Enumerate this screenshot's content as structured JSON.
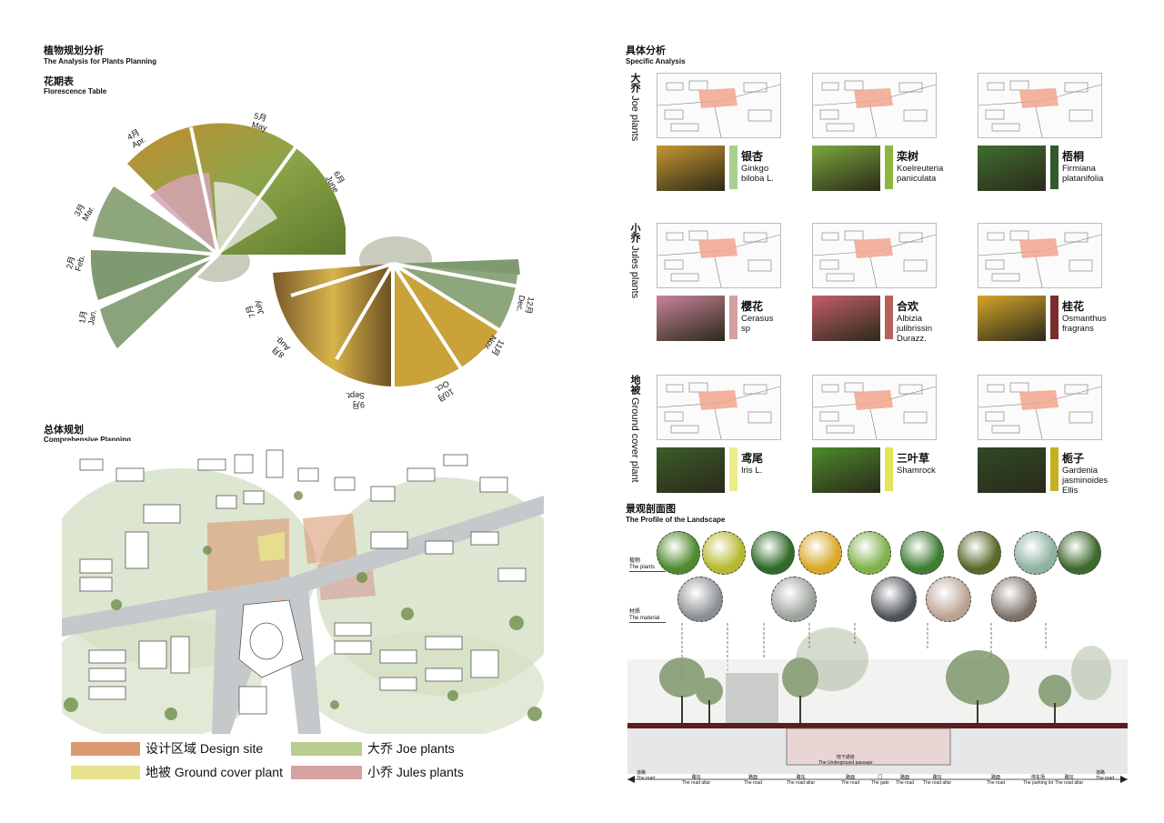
{
  "left": {
    "plants_title_cn": "植物规划分析",
    "plants_title_en": "The Analysis for Plants Planning",
    "flower_title_cn": "花期表",
    "flower_title_en": "Florescence Table",
    "comp_title_cn": "总体规划",
    "comp_title_en": "Comprehensive Planning",
    "months": [
      {
        "cn": "1月",
        "en": "Jan."
      },
      {
        "cn": "2月",
        "en": "Feb."
      },
      {
        "cn": "3月",
        "en": "Mar."
      },
      {
        "cn": "4月",
        "en": "Apr."
      },
      {
        "cn": "5月",
        "en": "May"
      },
      {
        "cn": "6月",
        "en": "June"
      },
      {
        "cn": "7月",
        "en": "July"
      },
      {
        "cn": "8月",
        "en": "Aug."
      },
      {
        "cn": "9月",
        "en": "Sept."
      },
      {
        "cn": "10月",
        "en": "Oct."
      },
      {
        "cn": "11月",
        "en": "Nov."
      },
      {
        "cn": "12月",
        "en": "Dec."
      }
    ],
    "legend": [
      {
        "label": "设计区域 Design site",
        "color": "#d99a72"
      },
      {
        "label": "大乔 Joe plants",
        "color": "#b7cc8e"
      },
      {
        "label": "地被 Ground cover plant",
        "color": "#e6e28e"
      },
      {
        "label": "小乔 Jules plants",
        "color": "#d5a3a0"
      }
    ]
  },
  "right": {
    "specific_cn": "具体分析",
    "specific_en": "Specific Analysis",
    "groups": [
      {
        "cn": "大乔",
        "en": "Joe plants"
      },
      {
        "cn": "小乔",
        "en": "Jules plants"
      },
      {
        "cn": "地被",
        "en": "Ground cover plant"
      }
    ],
    "plants": [
      {
        "cn": "银杏",
        "en1": "Ginkgo",
        "en2": "biloba L.",
        "en3": "",
        "color": "#a9d08e",
        "photo": "#c8962e"
      },
      {
        "cn": "栾树",
        "en1": "Koelreuteria",
        "en2": "paniculata",
        "en3": "",
        "color": "#8db63c",
        "photo": "#7aa83b"
      },
      {
        "cn": "梧桐",
        "en1": "Firmiana",
        "en2": "platanifolia",
        "en3": "",
        "color": "#2f5a2a",
        "photo": "#3f6e2f"
      },
      {
        "cn": "樱花",
        "en1": "Cerasus",
        "en2": "sp",
        "en3": "",
        "color": "#d4a1a1",
        "photo": "#c8849a"
      },
      {
        "cn": "合欢",
        "en1": "Albizia",
        "en2": "julibrissin",
        "en3": "Durazz.",
        "color": "#b7605c",
        "photo": "#c55e6a"
      },
      {
        "cn": "桂花",
        "en1": "Osmanthus",
        "en2": "fragrans",
        "en3": "",
        "color": "#7a2e2c",
        "photo": "#d6a52a"
      },
      {
        "cn": "鸢尾",
        "en1": "Iris L.",
        "en2": "",
        "en3": "",
        "color": "#eceb8a",
        "photo": "#3c5c2a"
      },
      {
        "cn": "三叶草",
        "en1": "Shamrock",
        "en2": "",
        "en3": "",
        "color": "#e4e256",
        "photo": "#4d8a2c"
      },
      {
        "cn": "栀子",
        "en1": "Gardenia",
        "en2": "jasminoides",
        "en3": "Ellis",
        "color": "#c5b020",
        "photo": "#2f4a26"
      }
    ],
    "profile_cn": "景观剖面图",
    "profile_en": "The Profile of the Landscape",
    "plants_label_cn": "植物",
    "plants_label_en": "The plants",
    "material_label_cn": "材质",
    "material_label_en": "The material",
    "underground_cn": "地下通道",
    "underground_en": "The Underground passage",
    "road_left_cn": "道路",
    "road_left_en": "The road",
    "road_right_cn": "道路",
    "road_right_en": "The road",
    "bottom_labels": [
      {
        "cn": "路坛",
        "en": "The road altar"
      },
      {
        "cn": "路面",
        "en": "The road"
      },
      {
        "cn": "路坛",
        "en": "The road altar"
      },
      {
        "cn": "路面",
        "en": "The road"
      },
      {
        "cn": "门",
        "en": "The gate"
      },
      {
        "cn": "路面",
        "en": "The road"
      },
      {
        "cn": "路坛",
        "en": "The road altar"
      },
      {
        "cn": "路面",
        "en": "The road"
      },
      {
        "cn": "停车场",
        "en": "The parking lot"
      },
      {
        "cn": "路坛",
        "en": "The road altar"
      }
    ],
    "tree_colors": [
      "#4f8a2f",
      "#b7b92e",
      "#2f6a27",
      "#d9a825",
      "#7fb24a",
      "#3f7d33",
      "#5a6a2a",
      "#8eb3a0",
      "#3e6a2c"
    ],
    "material_colors": [
      "#8a8e93",
      "#9aa09a",
      "#4e5258",
      "#b9a090",
      "#7b7068"
    ]
  }
}
